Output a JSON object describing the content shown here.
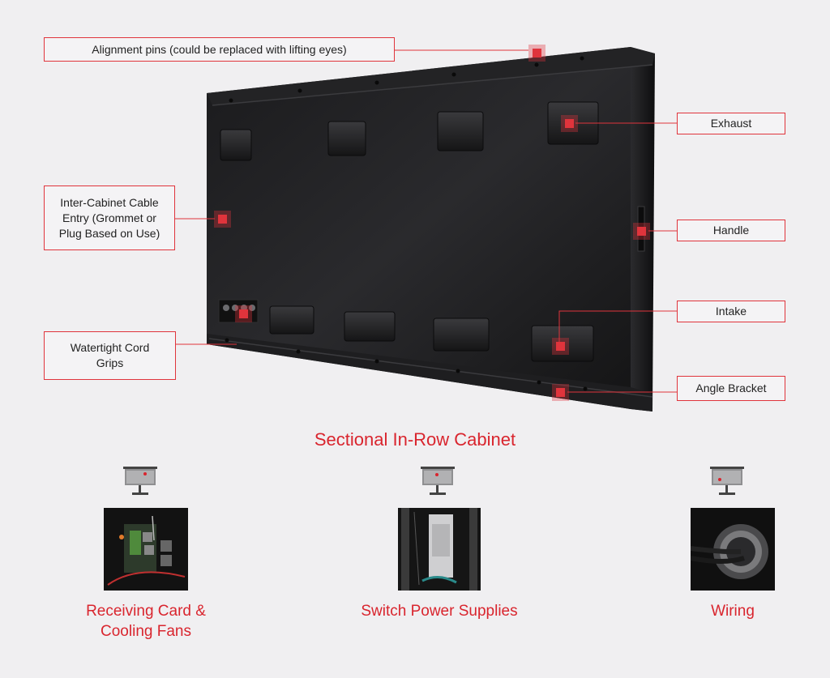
{
  "callouts": {
    "alignment_pins": "Alignment pins (could be replaced with lifting eyes)",
    "exhaust": "Exhaust",
    "inter_cabinet": "Inter-Cabinet Cable Entry (Grommet or Plug Based on Use)",
    "handle": "Handle",
    "intake": "Intake",
    "cord_grips": "Watertight Cord Grips",
    "angle_bracket": "Angle Bracket"
  },
  "title": "Sectional In-Row Cabinet",
  "details": [
    {
      "caption": "Receiving Card & Cooling Fans",
      "icon": "monitor-icon"
    },
    {
      "caption": "Switch Power Supplies",
      "icon": "monitor-icon"
    },
    {
      "caption": "Wiring",
      "icon": "monitor-icon"
    }
  ],
  "colors": {
    "accent": "#d9252e",
    "cabinet": "#1c1c1e",
    "background": "#f0eff1"
  }
}
